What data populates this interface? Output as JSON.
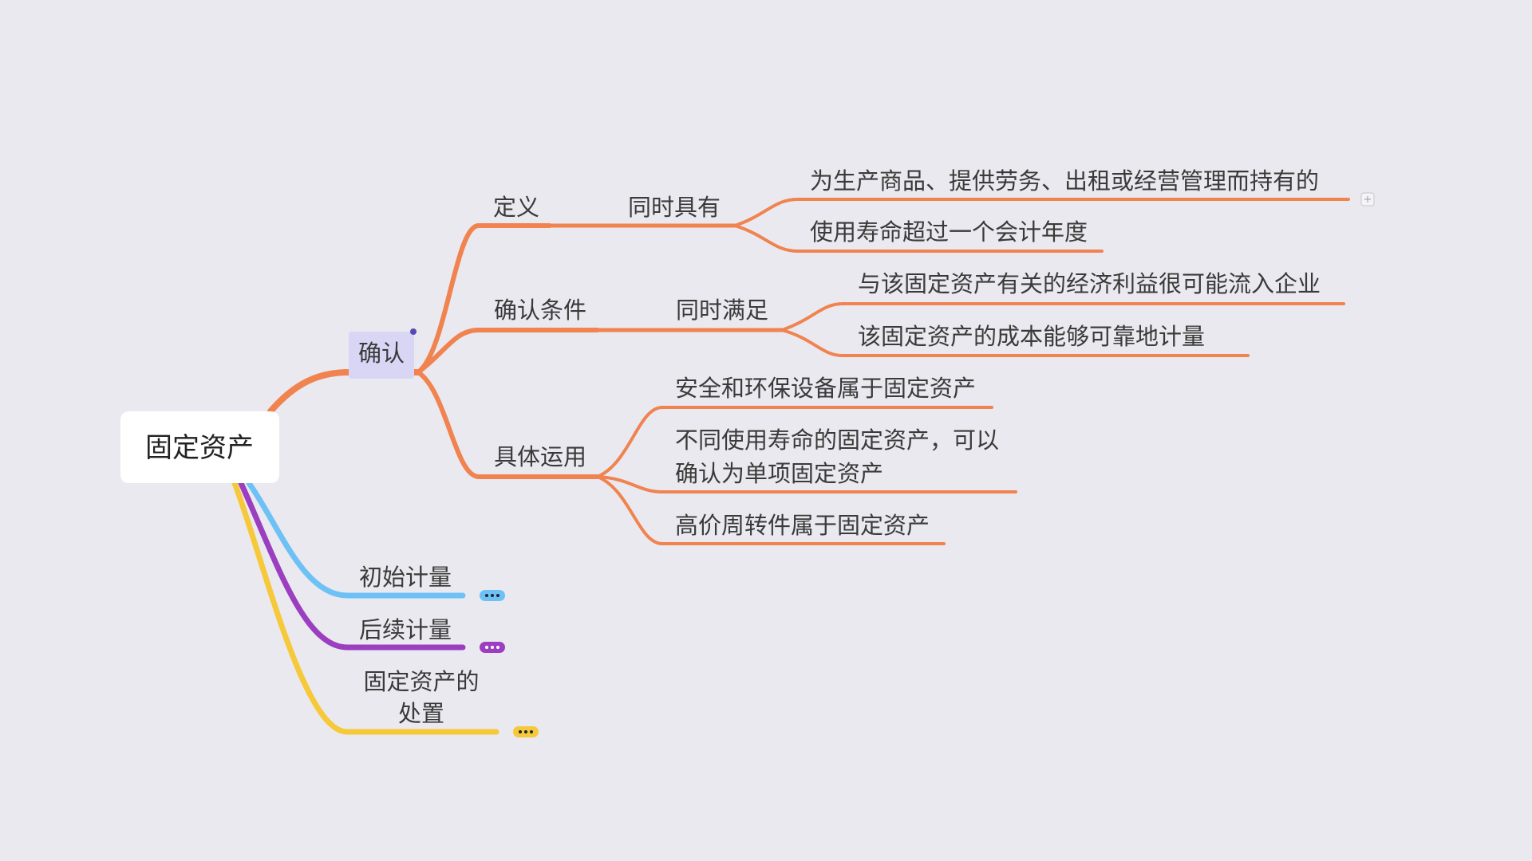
{
  "root": {
    "label": "固定资产"
  },
  "colors": {
    "orange": "#F0834F",
    "blue": "#6EC1F5",
    "purple": "#9B3EC0",
    "yellow": "#F6C93A",
    "selected": "#D9D5F5"
  },
  "confirm": {
    "label": "确认",
    "definition": {
      "label": "定义",
      "sub": {
        "label": "同时具有",
        "items": [
          "为生产商品、提供劳务、出租或经营管理而持有的",
          "使用寿命超过一个会计年度"
        ]
      }
    },
    "conditions": {
      "label": "确认条件",
      "sub": {
        "label": "同时满足",
        "items": [
          "与该固定资产有关的经济利益很可能流入企业",
          "该固定资产的成本能够可靠地计量"
        ]
      }
    },
    "application": {
      "label": "具体运用",
      "items": [
        "安全和环保设备属于固定资产",
        "不同使用寿命的固定资产，可以",
        "确认为单项固定资产",
        "高价周转件属于固定资产"
      ]
    }
  },
  "branches": {
    "initial": "初始计量",
    "subsequent": "后续计量",
    "disposal_line1": "固定资产的",
    "disposal_line2": "处置"
  }
}
